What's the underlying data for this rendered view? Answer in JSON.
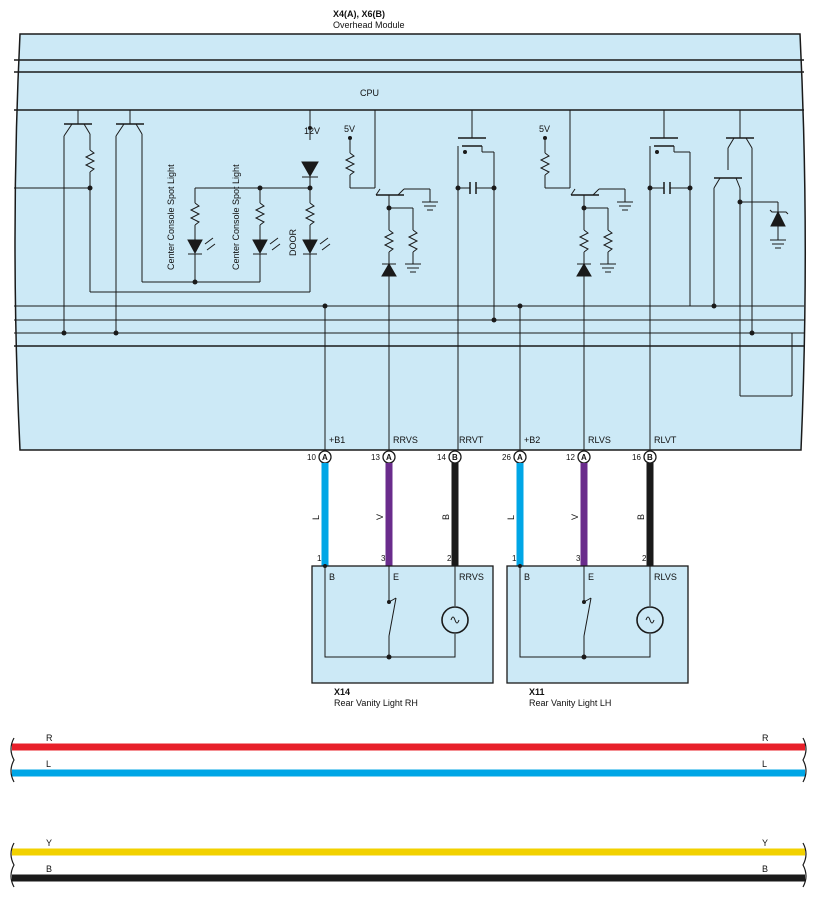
{
  "module": {
    "connector_ids": "X4(A), X6(B)",
    "name": "Overhead Module",
    "cpu_label": "CPU",
    "supply_12v": "12V",
    "supply_5v_1": "5V",
    "supply_5v_2": "5V",
    "led_labels": [
      "Center Console Spot Light",
      "Center Console Spot Light",
      "DOOR"
    ],
    "fill_color": "#cce9f6"
  },
  "terminals": [
    {
      "signal": "+B1",
      "pin": "10",
      "connector": "A",
      "wire_code": "L",
      "wire_color": "#00a6e6"
    },
    {
      "signal": "RRVS",
      "pin": "13",
      "connector": "A",
      "wire_code": "V",
      "wire_color": "#6a2c8c"
    },
    {
      "signal": "RRVT",
      "pin": "14",
      "connector": "B",
      "wire_code": "B",
      "wire_color": "#1a1a1a"
    },
    {
      "signal": "+B2",
      "pin": "26",
      "connector": "A",
      "wire_code": "L",
      "wire_color": "#00a6e6"
    },
    {
      "signal": "RLVS",
      "pin": "12",
      "connector": "A",
      "wire_code": "V",
      "wire_color": "#6a2c8c"
    },
    {
      "signal": "RLVT",
      "pin": "16",
      "connector": "B",
      "wire_code": "B",
      "wire_color": "#1a1a1a"
    }
  ],
  "components": [
    {
      "id": "X14",
      "name": "Rear Vanity Light RH",
      "pins": [
        "1",
        "3",
        "2"
      ],
      "labels": [
        "B",
        "E",
        "RRVS"
      ]
    },
    {
      "id": "X11",
      "name": "Rear Vanity Light LH",
      "pins": [
        "1",
        "3",
        "2"
      ],
      "labels": [
        "B",
        "E",
        "RLVS"
      ]
    }
  ],
  "legend": [
    {
      "code": "R",
      "color": "#e8202a"
    },
    {
      "code": "L",
      "color": "#00a6e6"
    },
    {
      "code": "Y",
      "color": "#f2d100"
    },
    {
      "code": "B",
      "color": "#1a1a1a"
    }
  ]
}
